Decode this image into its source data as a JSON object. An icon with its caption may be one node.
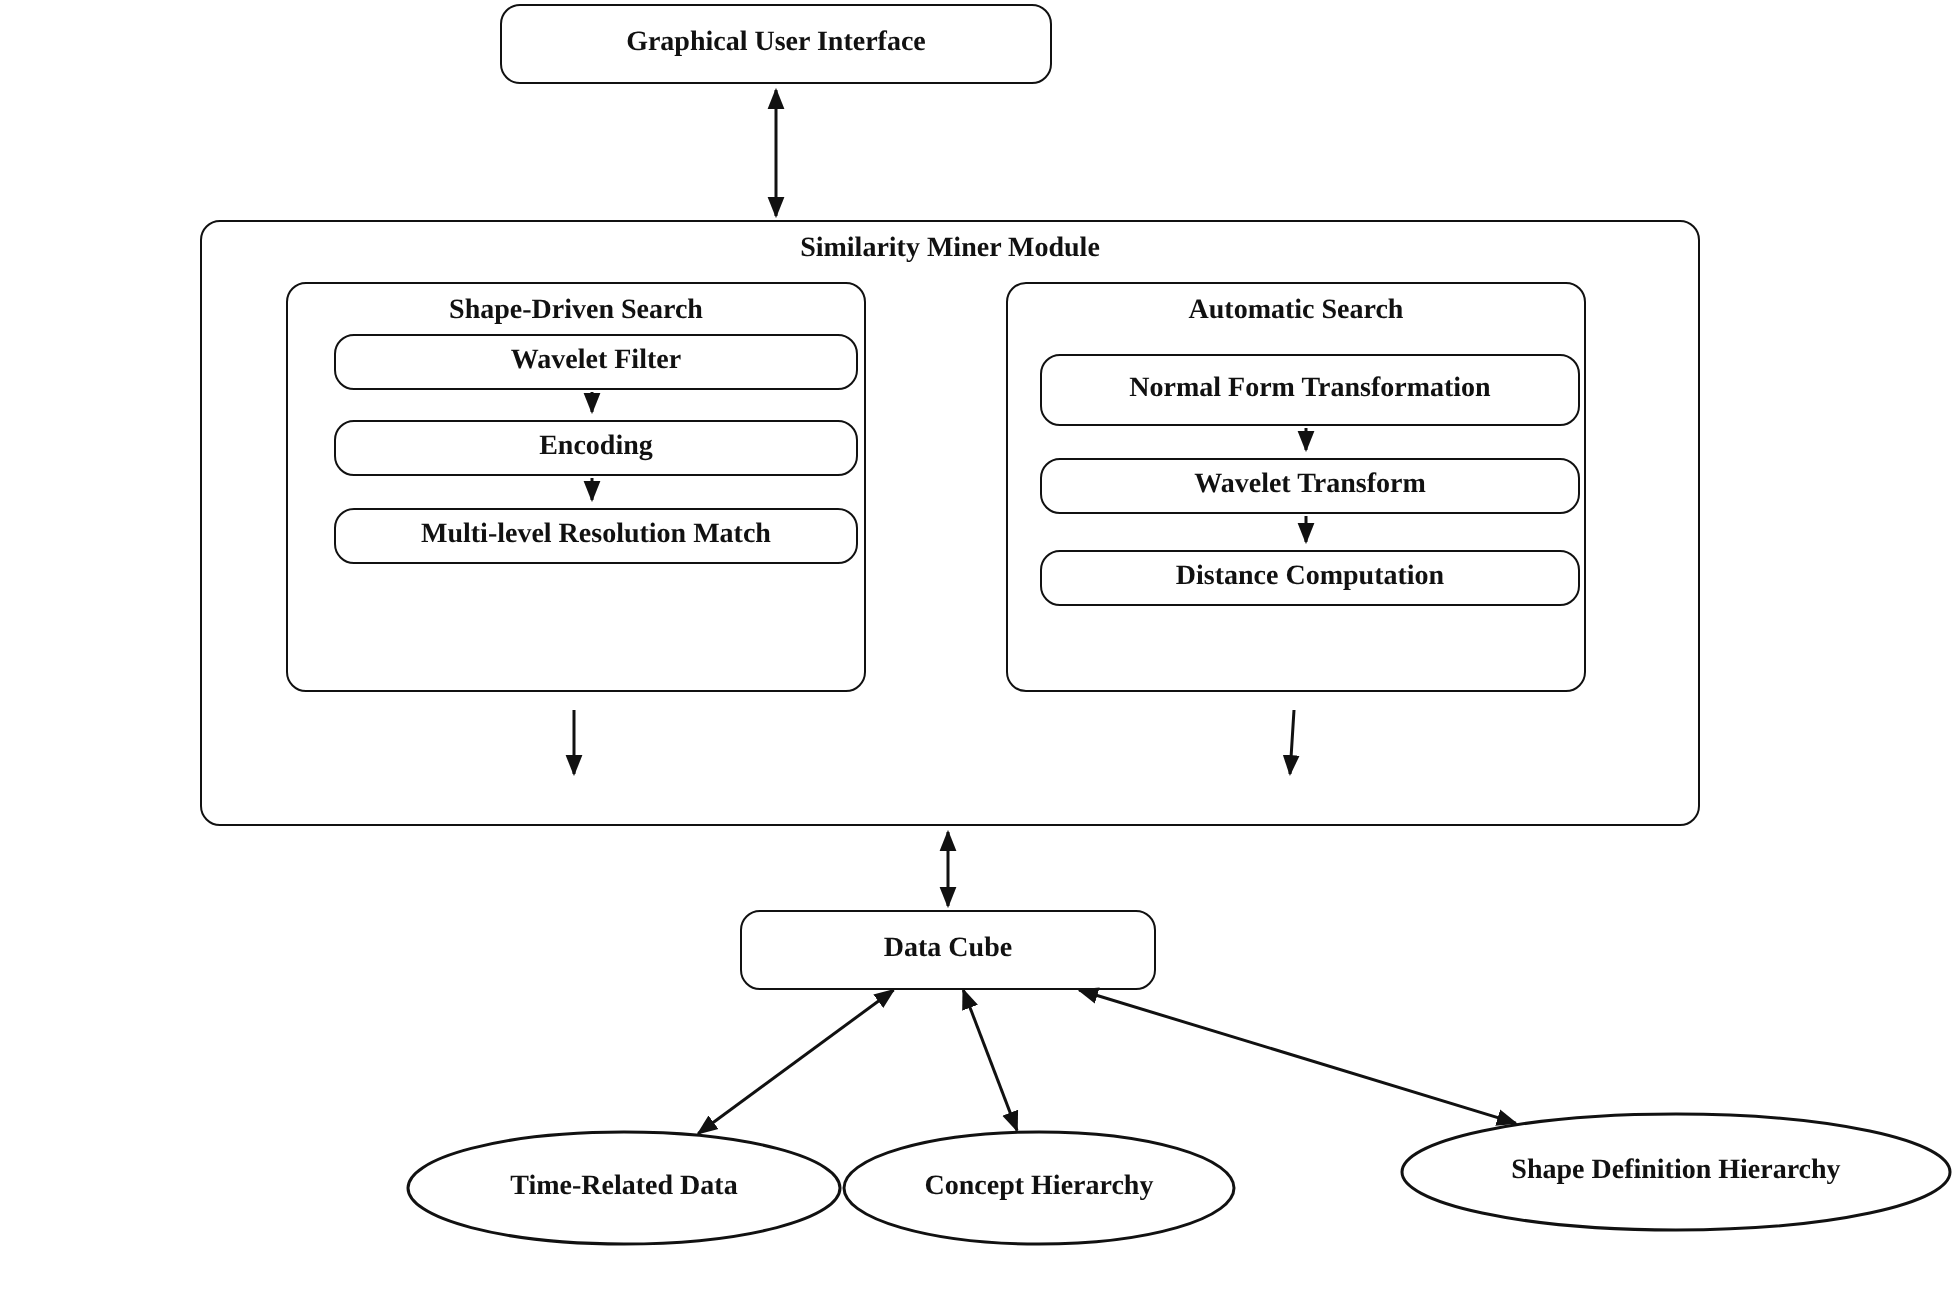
{
  "diagram": {
    "nodes": [
      {
        "text": [
          "Graphical User Interface"
        ]
      },
      {
        "text": [
          "Similarity Miner Module"
        ]
      },
      {
        "text": [
          "Shape-Driven Search"
        ],
        "in": 1
      },
      {
        "text": [
          "Wavelet Filter"
        ],
        "in": 2
      },
      {
        "text": [
          "Encoding"
        ],
        "in": 2
      },
      {
        "text": [
          "Multi-level Resolution Match"
        ],
        "in": 2
      },
      {
        "text": [
          "Automatic Search"
        ],
        "in": 1
      },
      {
        "text": [
          "Normal Form Transformation"
        ],
        "in": 6
      },
      {
        "text": [
          "Wavelet Transform"
        ],
        "in": 6
      },
      {
        "text": [
          "Distance Computation"
        ],
        "in": 6
      },
      {
        "text": [
          "Data Cube"
        ]
      },
      {
        "text": [
          "Time-Related Data"
        ]
      },
      {
        "text": [
          "Concept Hierarchy"
        ]
      },
      {
        "text": [
          "Shape Definition Hierarchy"
        ]
      }
    ],
    "edges": [
      {
        "from": 0,
        "to": 1,
        "arrow": "both"
      },
      {
        "from": 3,
        "to": 4,
        "arrow": "to"
      },
      {
        "from": 4,
        "to": 5,
        "arrow": "to"
      },
      {
        "from": 7,
        "to": 8,
        "arrow": "to"
      },
      {
        "from": 8,
        "to": 9,
        "arrow": "to"
      },
      {
        "from": 2,
        "to": null,
        "arrow": "to"
      },
      {
        "from": 6,
        "to": null,
        "arrow": "to"
      },
      {
        "from": 1,
        "to": 10,
        "arrow": "both"
      },
      {
        "from": 10,
        "to": 11,
        "arrow": "both"
      },
      {
        "from": 10,
        "to": 12,
        "arrow": "both"
      },
      {
        "from": 10,
        "to": 13,
        "arrow": "both"
      }
    ]
  }
}
